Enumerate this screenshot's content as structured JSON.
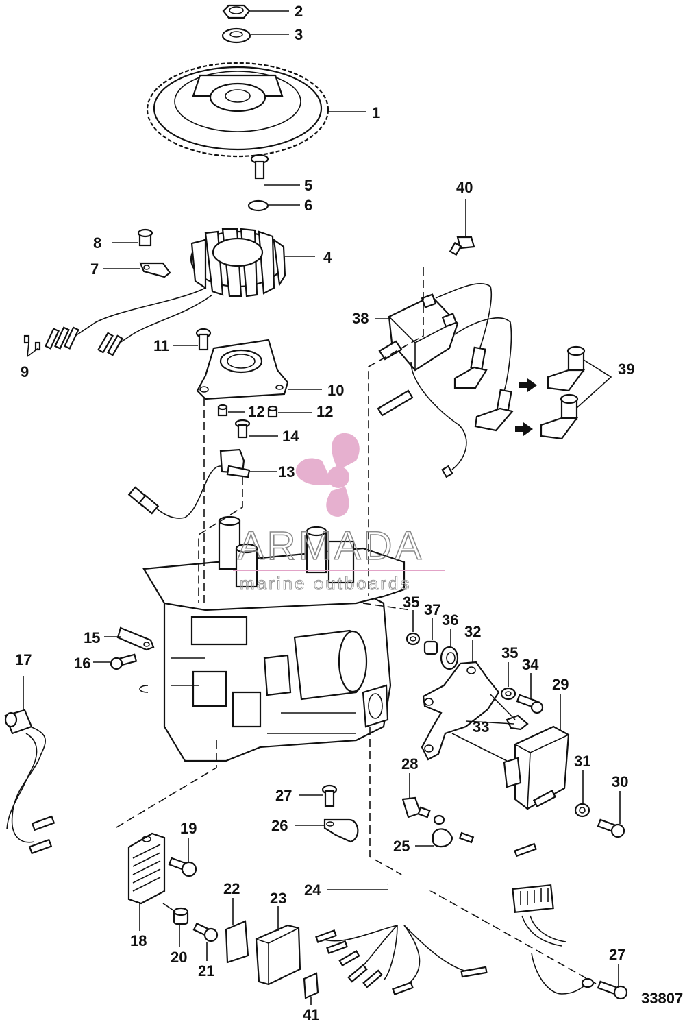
{
  "watermark": {
    "brand": "ARMADA",
    "tagline": "marine outboards",
    "color": "#e2a3c7"
  },
  "drawing_code": "33807",
  "callouts": [
    {
      "id": "c2",
      "label": "2"
    },
    {
      "id": "c3",
      "label": "3"
    },
    {
      "id": "c1",
      "label": "1"
    },
    {
      "id": "c5",
      "label": "5"
    },
    {
      "id": "c6",
      "label": "6"
    },
    {
      "id": "c8",
      "label": "8"
    },
    {
      "id": "c4",
      "label": "4"
    },
    {
      "id": "c7",
      "label": "7"
    },
    {
      "id": "c40",
      "label": "40"
    },
    {
      "id": "c38",
      "label": "38"
    },
    {
      "id": "c9",
      "label": "9"
    },
    {
      "id": "c11",
      "label": "11"
    },
    {
      "id": "c39",
      "label": "39"
    },
    {
      "id": "c10",
      "label": "10"
    },
    {
      "id": "c12a",
      "label": "12"
    },
    {
      "id": "c12b",
      "label": "12"
    },
    {
      "id": "c14",
      "label": "14"
    },
    {
      "id": "c13",
      "label": "13"
    },
    {
      "id": "c35a",
      "label": "35"
    },
    {
      "id": "c37",
      "label": "37"
    },
    {
      "id": "c36",
      "label": "36"
    },
    {
      "id": "c32",
      "label": "32"
    },
    {
      "id": "c15",
      "label": "15"
    },
    {
      "id": "c17",
      "label": "17"
    },
    {
      "id": "c35b",
      "label": "35"
    },
    {
      "id": "c34",
      "label": "34"
    },
    {
      "id": "c16",
      "label": "16"
    },
    {
      "id": "c29",
      "label": "29"
    },
    {
      "id": "c33",
      "label": "33"
    },
    {
      "id": "c31",
      "label": "31"
    },
    {
      "id": "c28",
      "label": "28"
    },
    {
      "id": "c30",
      "label": "30"
    },
    {
      "id": "c27a",
      "label": "27"
    },
    {
      "id": "c26",
      "label": "26"
    },
    {
      "id": "c19",
      "label": "19"
    },
    {
      "id": "c25",
      "label": "25"
    },
    {
      "id": "c22",
      "label": "22"
    },
    {
      "id": "c24",
      "label": "24"
    },
    {
      "id": "c23",
      "label": "23"
    },
    {
      "id": "c18",
      "label": "18"
    },
    {
      "id": "c20",
      "label": "20"
    },
    {
      "id": "c21",
      "label": "21"
    },
    {
      "id": "c27b",
      "label": "27"
    },
    {
      "id": "c41",
      "label": "41"
    }
  ]
}
